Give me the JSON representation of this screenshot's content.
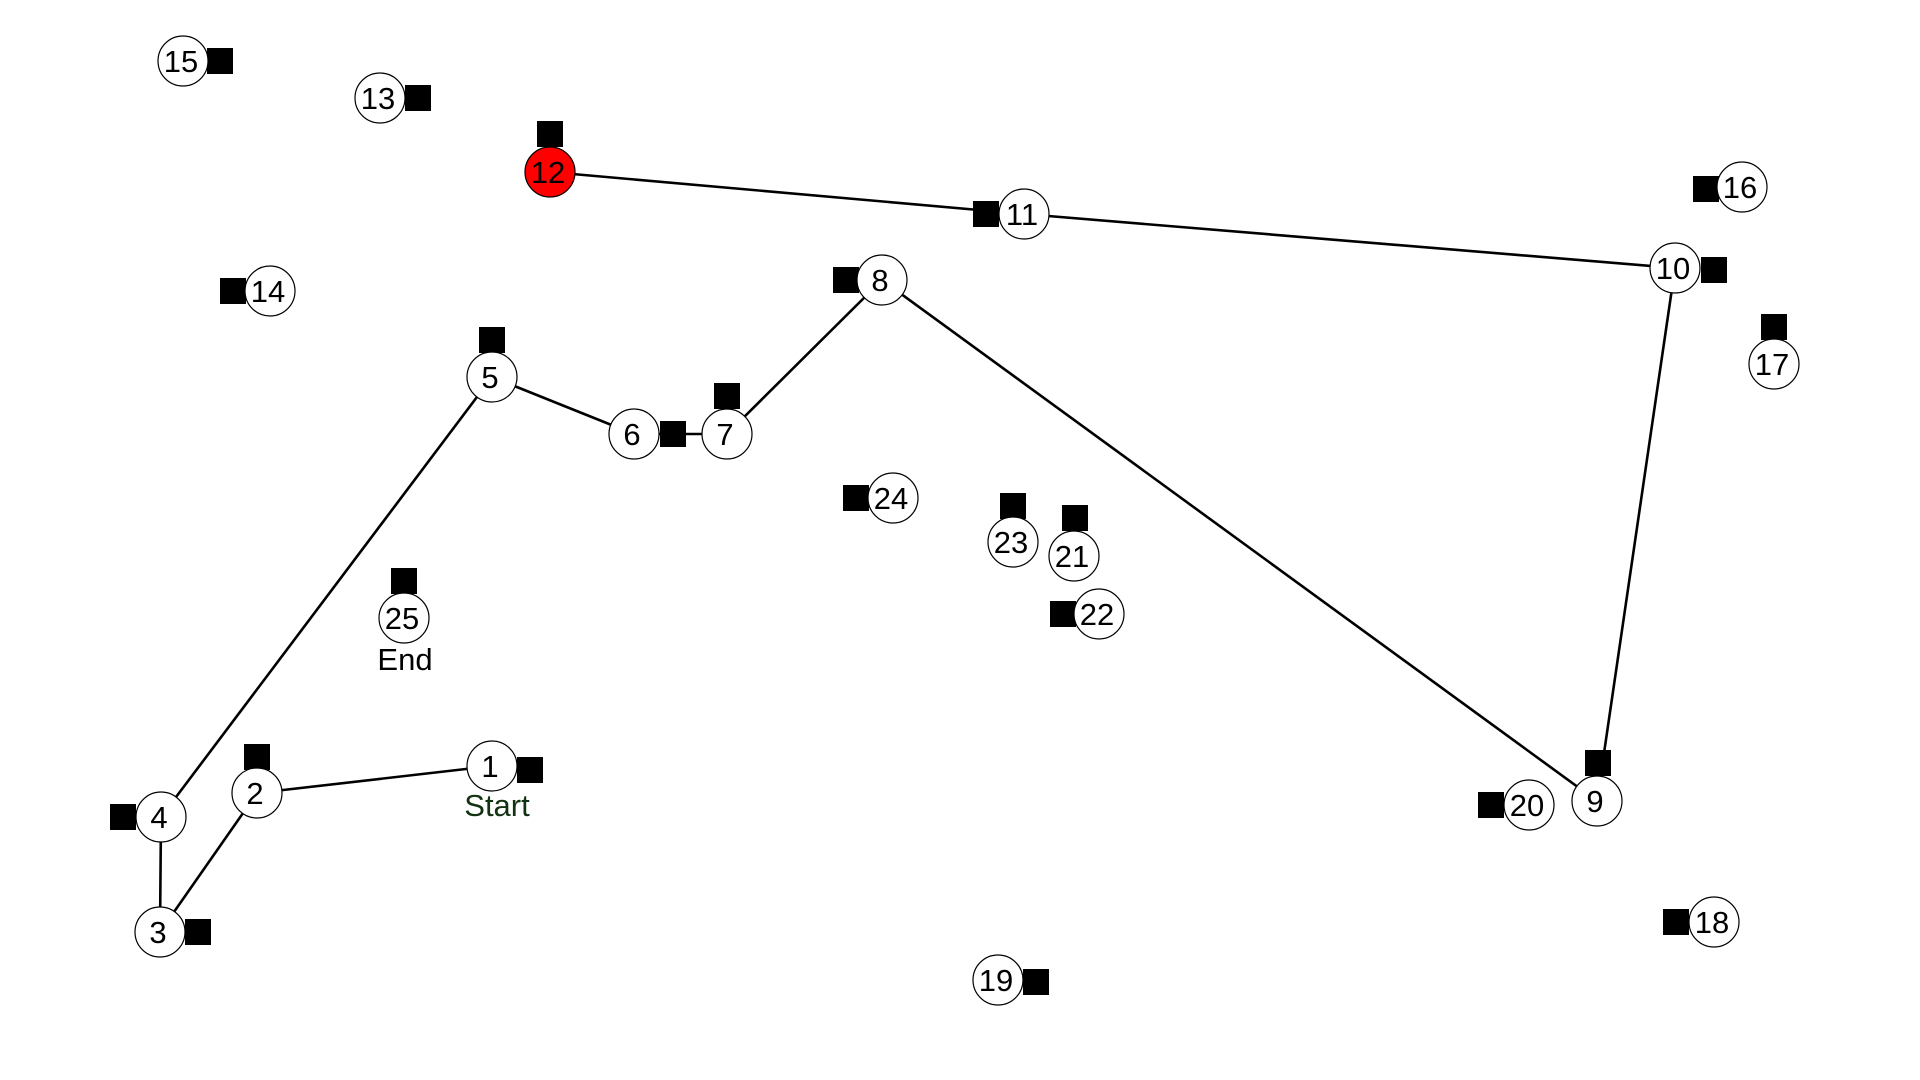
{
  "diagram": {
    "nodes": [
      {
        "id": "1",
        "label": "1",
        "active": false
      },
      {
        "id": "2",
        "label": "2",
        "active": false
      },
      {
        "id": "3",
        "label": "3",
        "active": false
      },
      {
        "id": "4",
        "label": "4",
        "active": false
      },
      {
        "id": "5",
        "label": "5",
        "active": false
      },
      {
        "id": "6",
        "label": "6",
        "active": false
      },
      {
        "id": "7",
        "label": "7",
        "active": false
      },
      {
        "id": "8",
        "label": "8",
        "active": false
      },
      {
        "id": "9",
        "label": "9",
        "active": false
      },
      {
        "id": "10",
        "label": "10",
        "active": false
      },
      {
        "id": "11",
        "label": "11",
        "active": false
      },
      {
        "id": "12",
        "label": "12",
        "active": true
      },
      {
        "id": "13",
        "label": "13",
        "active": false
      },
      {
        "id": "14",
        "label": "14",
        "active": false
      },
      {
        "id": "15",
        "label": "15",
        "active": false
      },
      {
        "id": "16",
        "label": "16",
        "active": false
      },
      {
        "id": "17",
        "label": "17",
        "active": false
      },
      {
        "id": "18",
        "label": "18",
        "active": false
      },
      {
        "id": "19",
        "label": "19",
        "active": false
      },
      {
        "id": "20",
        "label": "20",
        "active": false
      },
      {
        "id": "21",
        "label": "21",
        "active": false
      },
      {
        "id": "22",
        "label": "22",
        "active": false
      },
      {
        "id": "23",
        "label": "23",
        "active": false
      },
      {
        "id": "24",
        "label": "24",
        "active": false
      },
      {
        "id": "25",
        "label": "25",
        "active": false
      }
    ],
    "path": [
      "1",
      "2",
      "3",
      "4",
      "5",
      "6",
      "7",
      "8",
      "9",
      "10",
      "11",
      "12"
    ],
    "start_label": "Start",
    "end_label": "End",
    "colors": {
      "active_node": "#ff0000",
      "start_text": "#123312",
      "end_text": "#000000",
      "line": "#000000"
    }
  }
}
